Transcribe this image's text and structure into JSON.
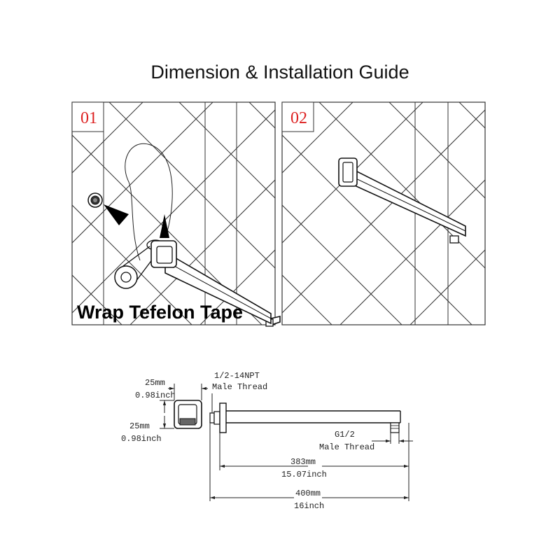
{
  "title": "Dimension & Installation Guide",
  "steps": [
    {
      "number": "01",
      "label": "Wrap Tefelon Tape"
    },
    {
      "number": "02"
    }
  ],
  "dimensions": {
    "flange_width_mm": "25mm",
    "flange_width_in": "0.98inch",
    "flange_height_mm": "25mm",
    "flange_height_in": "0.98inch",
    "inlet_thread_spec": "1/2-14NPT",
    "inlet_thread_label": "Male Thread",
    "outlet_thread_spec": "G1/2",
    "outlet_thread_label": "Male Thread",
    "arm_length_mm": "383mm",
    "arm_length_in": "15.07inch",
    "total_length_mm": "400mm",
    "total_length_in": "16inch"
  }
}
